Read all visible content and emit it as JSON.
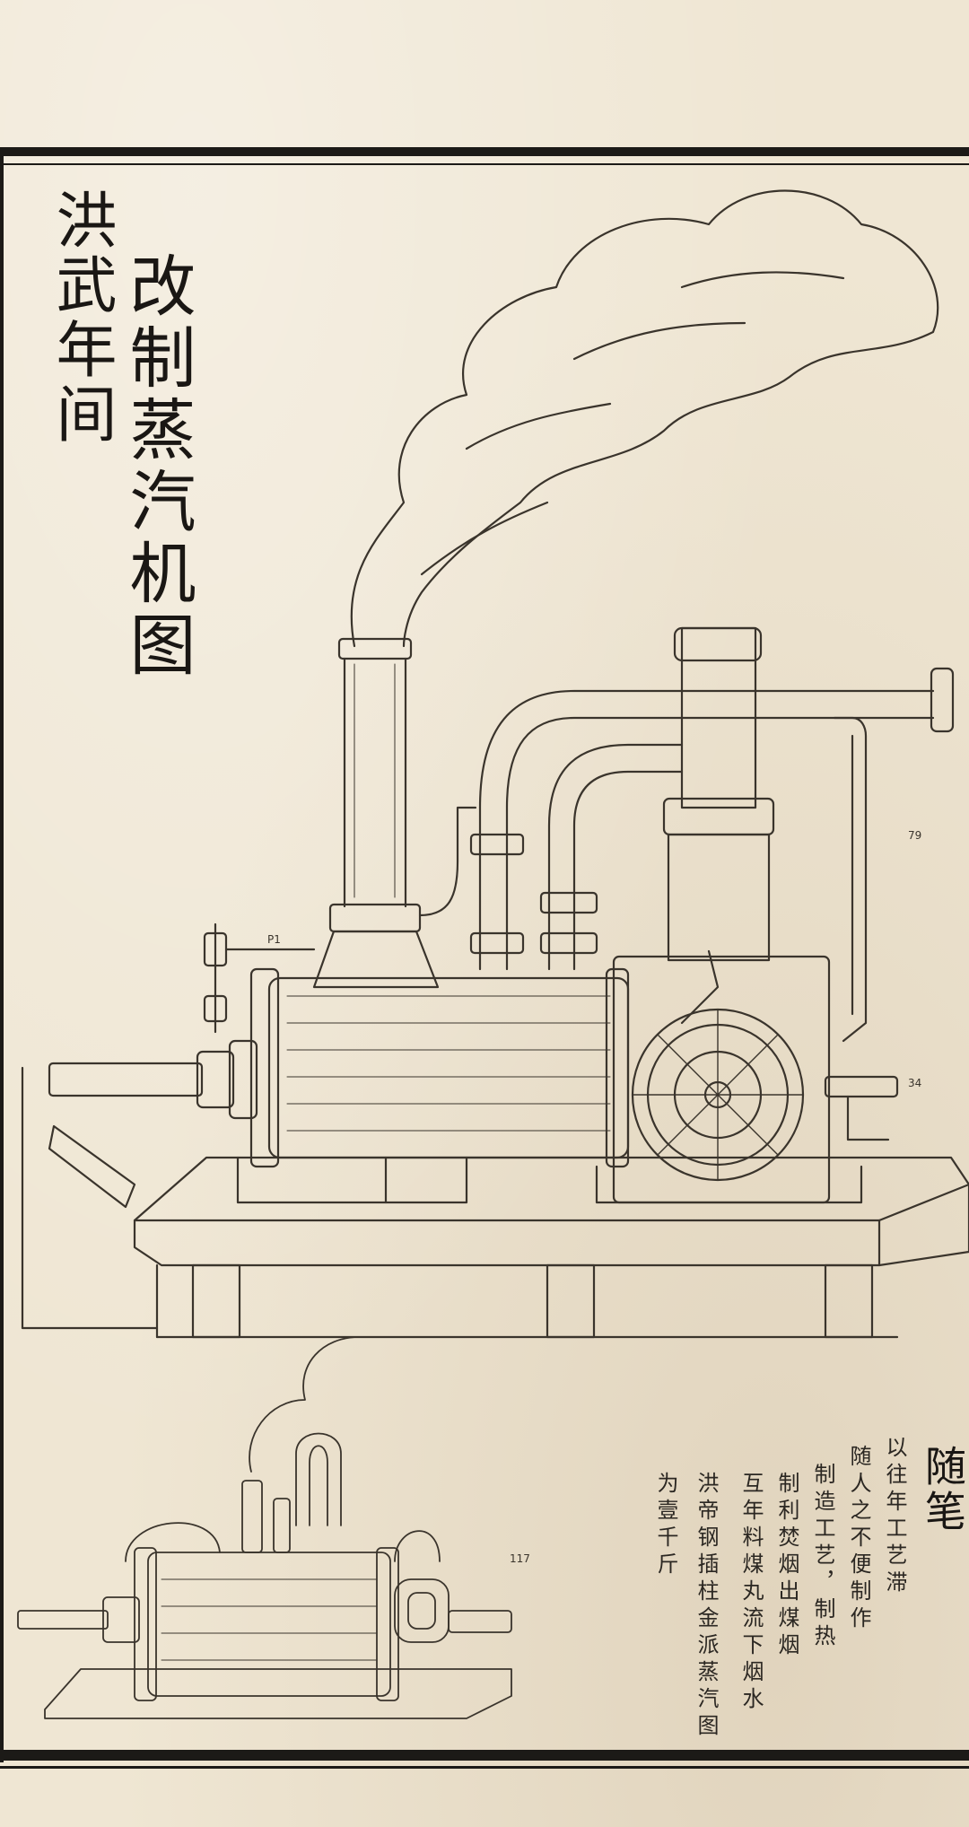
{
  "title": {
    "column_1": "洪武年间",
    "column_2": "改制蒸汽机图"
  },
  "side_note": {
    "heading": "随笔",
    "columns": [
      "以往年工艺滞",
      "随人之不便制作",
      "制造工艺，制热",
      "制利焚烟出煤烟",
      "互年料煤丸流下烟水",
      "洪帝钢插柱金派蒸汽图",
      "为壹千斤"
    ]
  },
  "markers": [
    "P1",
    "79",
    "34",
    "117"
  ],
  "colors": {
    "paper": "#efe6d3",
    "ink": "#1c1a17",
    "line": "#3a342c"
  }
}
